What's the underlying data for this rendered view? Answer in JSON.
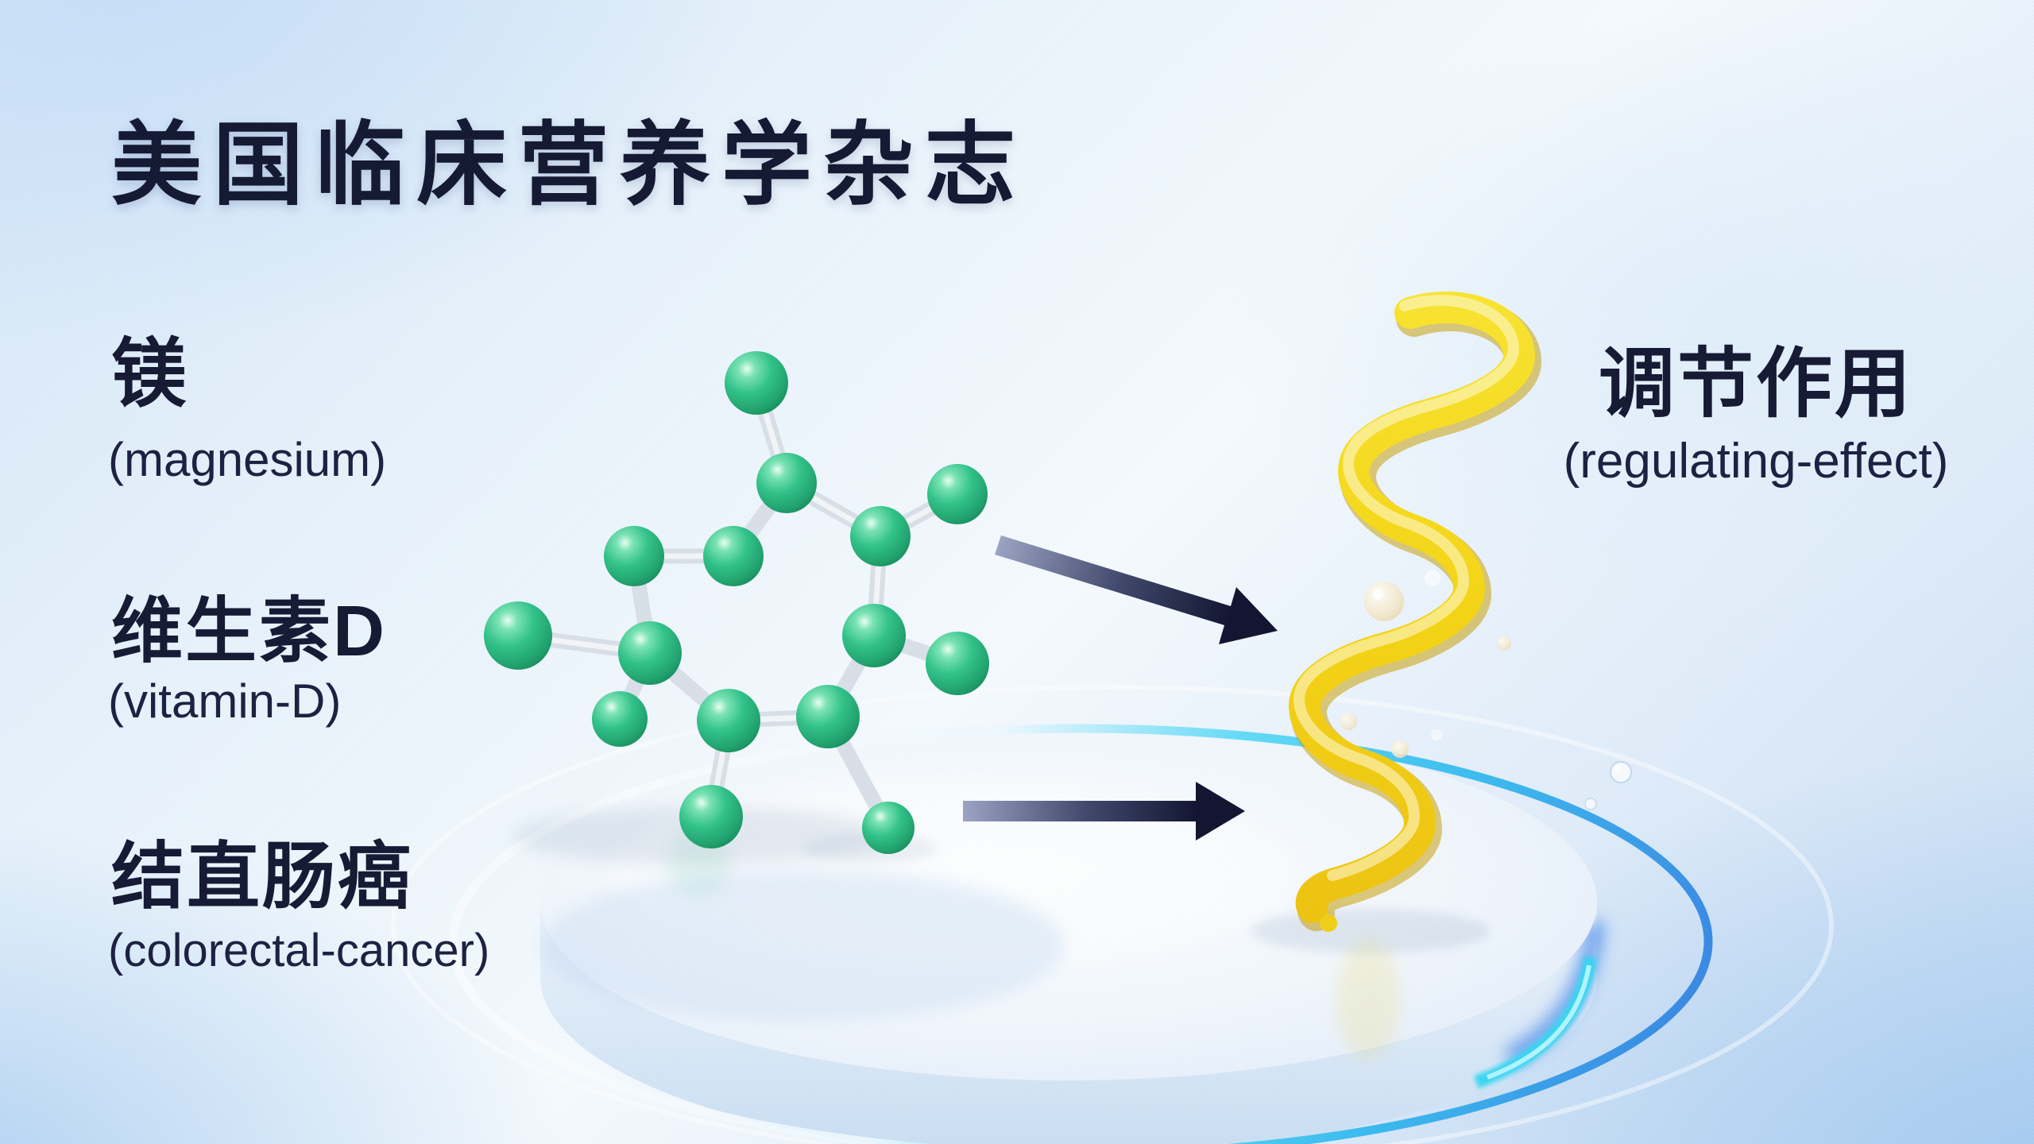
{
  "page": {
    "kind": "medical-nutrition-infographic",
    "language": "zh-CN / en"
  },
  "title": {
    "text": "美国临床营养学杂志"
  },
  "annotations": {
    "magnesium": {
      "zh": "镁",
      "en": "(magnesium)"
    },
    "vitamin_d": {
      "zh": "维生素D",
      "en": "(vitamin-D)"
    },
    "colorectal_cancer": {
      "zh": "结直肠癌",
      "en": "(colorectal-cancer)"
    },
    "regulating_effect": {
      "zh": "调节作用",
      "en": "(regulating-effect)"
    }
  },
  "icons": {
    "molecule": "green ball-and-stick molecule",
    "helix": "yellow DNA ribbon helix",
    "arrows": "dark navy arrows from molecule to helix",
    "platform": "glass disc podium with cyan rim glow"
  },
  "colors": {
    "text_dark_navy": "#11152f",
    "molecule_green": "#2dbd84",
    "stick_gray": "#d9dfe7",
    "helix_yellow": "#f5d813",
    "arrow_gradient_tail": "#99a1bf",
    "arrow_gradient_head": "#0d102c",
    "platform_cyan_glow": "#30d6f2",
    "platform_deep_blue": "#3b82e8",
    "background_light_blue": "#aecdf0"
  }
}
